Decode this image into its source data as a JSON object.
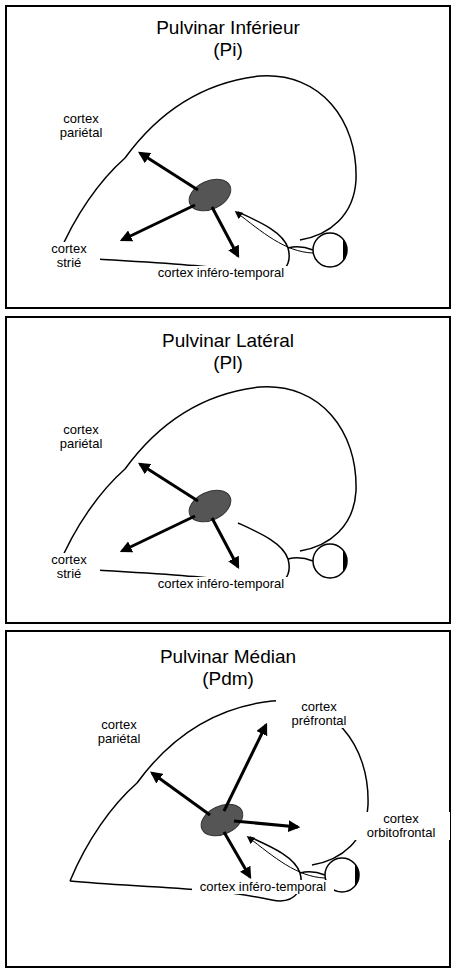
{
  "diagram": {
    "nodes": [
      {
        "text": [
          "Pulvinar Inférieur",
          "(Pi)"
        ]
      },
      {
        "text": [
          "Pulvinar Latéral",
          "(Pl)"
        ]
      },
      {
        "text": [
          "Pulvinar Médian",
          "(Pdm)"
        ]
      }
    ],
    "labels": [
      "cortex pariétal",
      "cortex strié",
      "cortex inféro-temporal",
      "cortex pariétal",
      "cortex strié",
      "cortex inféro-temporal",
      "cortex pariétal",
      "cortex préfrontal",
      "cortex orbitofrontal",
      "cortex inféro-temporal"
    ]
  }
}
